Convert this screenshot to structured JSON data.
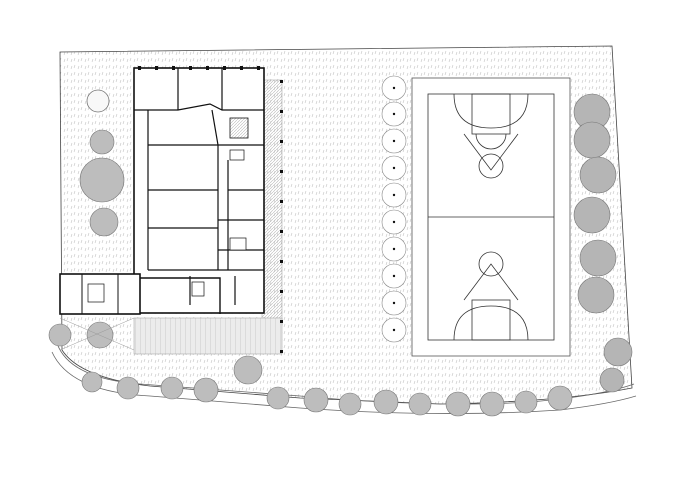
{
  "drawing": {
    "kind": "site-plan",
    "colors": {
      "background": "#ffffff",
      "ink": "#111111",
      "hatch": "#b8b8b8",
      "court_surface": "#ffffff",
      "tree_foliage": "#a9a9a9"
    },
    "features": {
      "building": [
        "classroom-wing",
        "entrance-annex",
        "covered-walkway",
        "colonnade"
      ],
      "court": "basketball-court",
      "landscape": [
        "west-tree-cluster",
        "east-tree-row",
        "court-tree-row",
        "street-tree-row",
        "curved-road"
      ]
    }
  }
}
